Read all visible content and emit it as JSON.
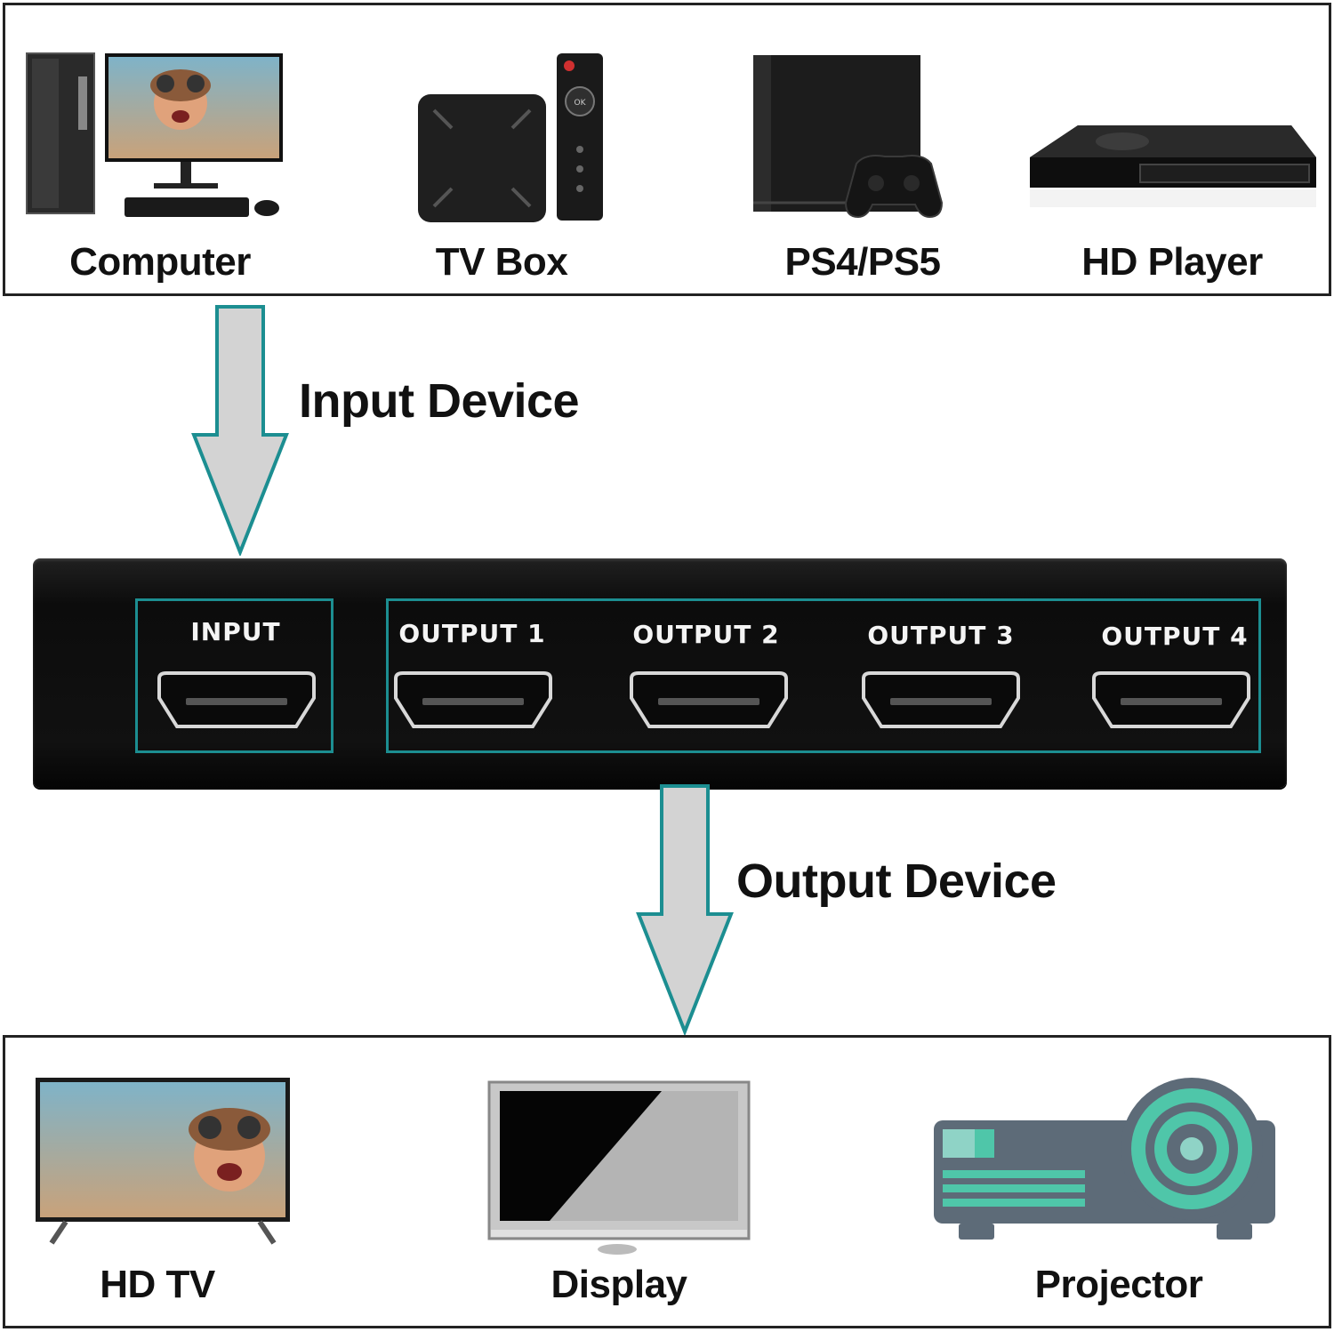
{
  "input_devices": [
    {
      "name": "Computer",
      "icon": "computer-icon"
    },
    {
      "name": "TV Box",
      "icon": "tv-box-icon"
    },
    {
      "name": "PS4/PS5",
      "icon": "game-console-icon"
    },
    {
      "name": "HD Player",
      "icon": "hd-player-icon"
    }
  ],
  "output_devices": [
    {
      "name": "HD TV",
      "icon": "hd-tv-icon"
    },
    {
      "name": "Display",
      "icon": "display-icon"
    },
    {
      "name": "Projector",
      "icon": "projector-icon"
    }
  ],
  "flow": {
    "input_label": "Input Device",
    "output_label": "Output Device"
  },
  "switch": {
    "ports": [
      "INPUT",
      "OUTPUT 1",
      "OUTPUT 2",
      "OUTPUT 3",
      "OUTPUT 4"
    ]
  },
  "colors": {
    "accent": "#1c8e91",
    "arrow_fill": "#d3d3d3",
    "projector_body": "#5d6b78",
    "projector_accent": "#4fc6a9"
  }
}
